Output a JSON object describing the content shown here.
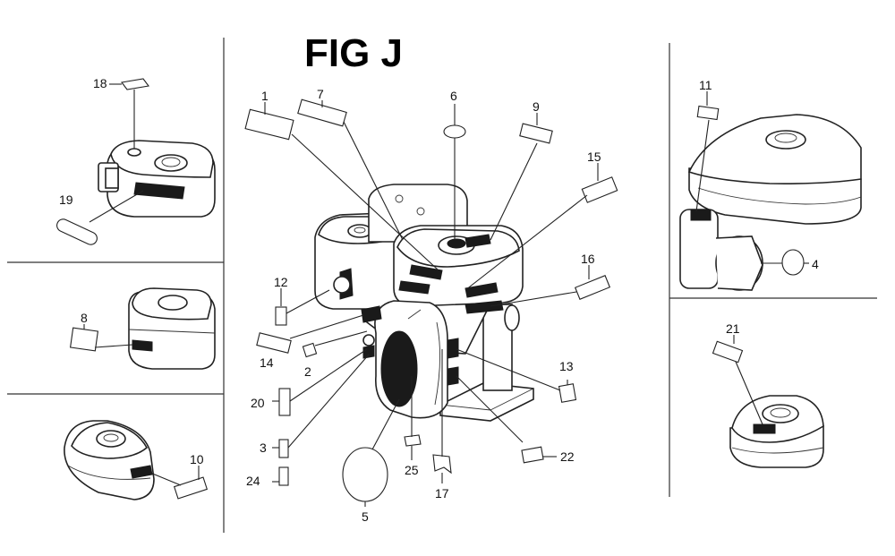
{
  "figure": {
    "title": "FIG J"
  },
  "callouts": {
    "c1": "1",
    "c2": "2",
    "c3": "3",
    "c4": "4",
    "c5": "5",
    "c6": "6",
    "c7": "7",
    "c8": "8",
    "c9": "9",
    "c10": "10",
    "c11": "11",
    "c12": "12",
    "c13": "13",
    "c14": "14",
    "c15": "15",
    "c16": "16",
    "c17": "17",
    "c18": "18",
    "c19": "19",
    "c20": "20",
    "c21": "21",
    "c22": "22",
    "c24": "24",
    "c25": "25"
  },
  "colors": {
    "line": "#222222",
    "background": "#ffffff"
  }
}
